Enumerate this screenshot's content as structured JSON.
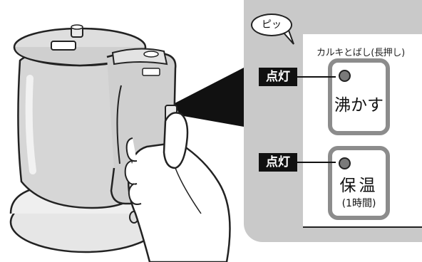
{
  "sound_bubble": "ピッ",
  "panel_label": "カルキとばし(長押し)",
  "indicators": [
    {
      "label": "点灯",
      "target": "boil"
    },
    {
      "label": "点灯",
      "target": "keep-warm"
    }
  ],
  "buttons": {
    "boil": "沸かす",
    "keep_warm": "保温",
    "keep_warm_sub": "(1時間)"
  },
  "colors": {
    "panel_gray": "#c9c9c9",
    "button_frame": "#8c8c8c",
    "kettle_body": "#d6d6d6",
    "label_black": "#111111"
  }
}
